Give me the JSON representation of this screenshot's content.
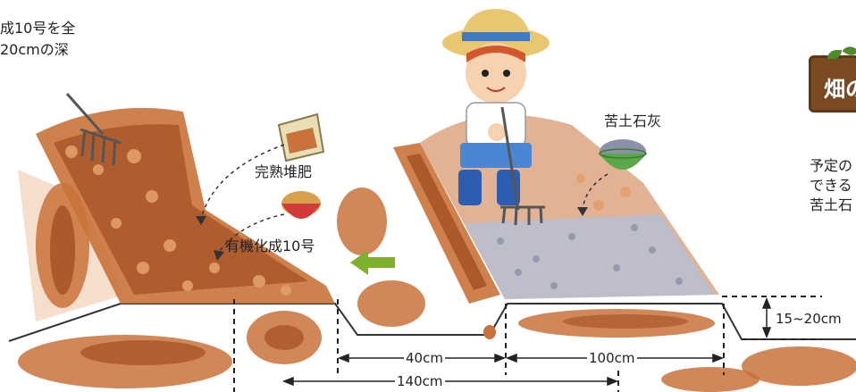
{
  "texts": {
    "top_left_line1": "成10号を全",
    "top_left_line2": "20cmの深",
    "compost": "完熟堆肥",
    "fertilizer": "有機化成10号",
    "lime": "苦土石灰",
    "sign": "畑の",
    "right_line1": "予定の",
    "right_line2": "できる",
    "right_line3": "苦土石"
  },
  "dimensions": {
    "d40": "40cm",
    "d100": "100cm",
    "d140": "140cm",
    "depth": "15~20cm"
  },
  "colors": {
    "soil": "#c9723a",
    "soil_dark": "#a34f22",
    "soil_light": "#e3a06a",
    "lime_gray": "#b7bfd3",
    "arrow_green": "#7fb02b",
    "line": "#333333",
    "sign_brown": "#7a4a22"
  },
  "icons": [
    "shovel-icon",
    "rake-icon",
    "compost-bag-icon",
    "fertilizer-bowl-icon",
    "lime-bowl-icon",
    "boy-with-straw-hat",
    "green-arrow-icon"
  ]
}
